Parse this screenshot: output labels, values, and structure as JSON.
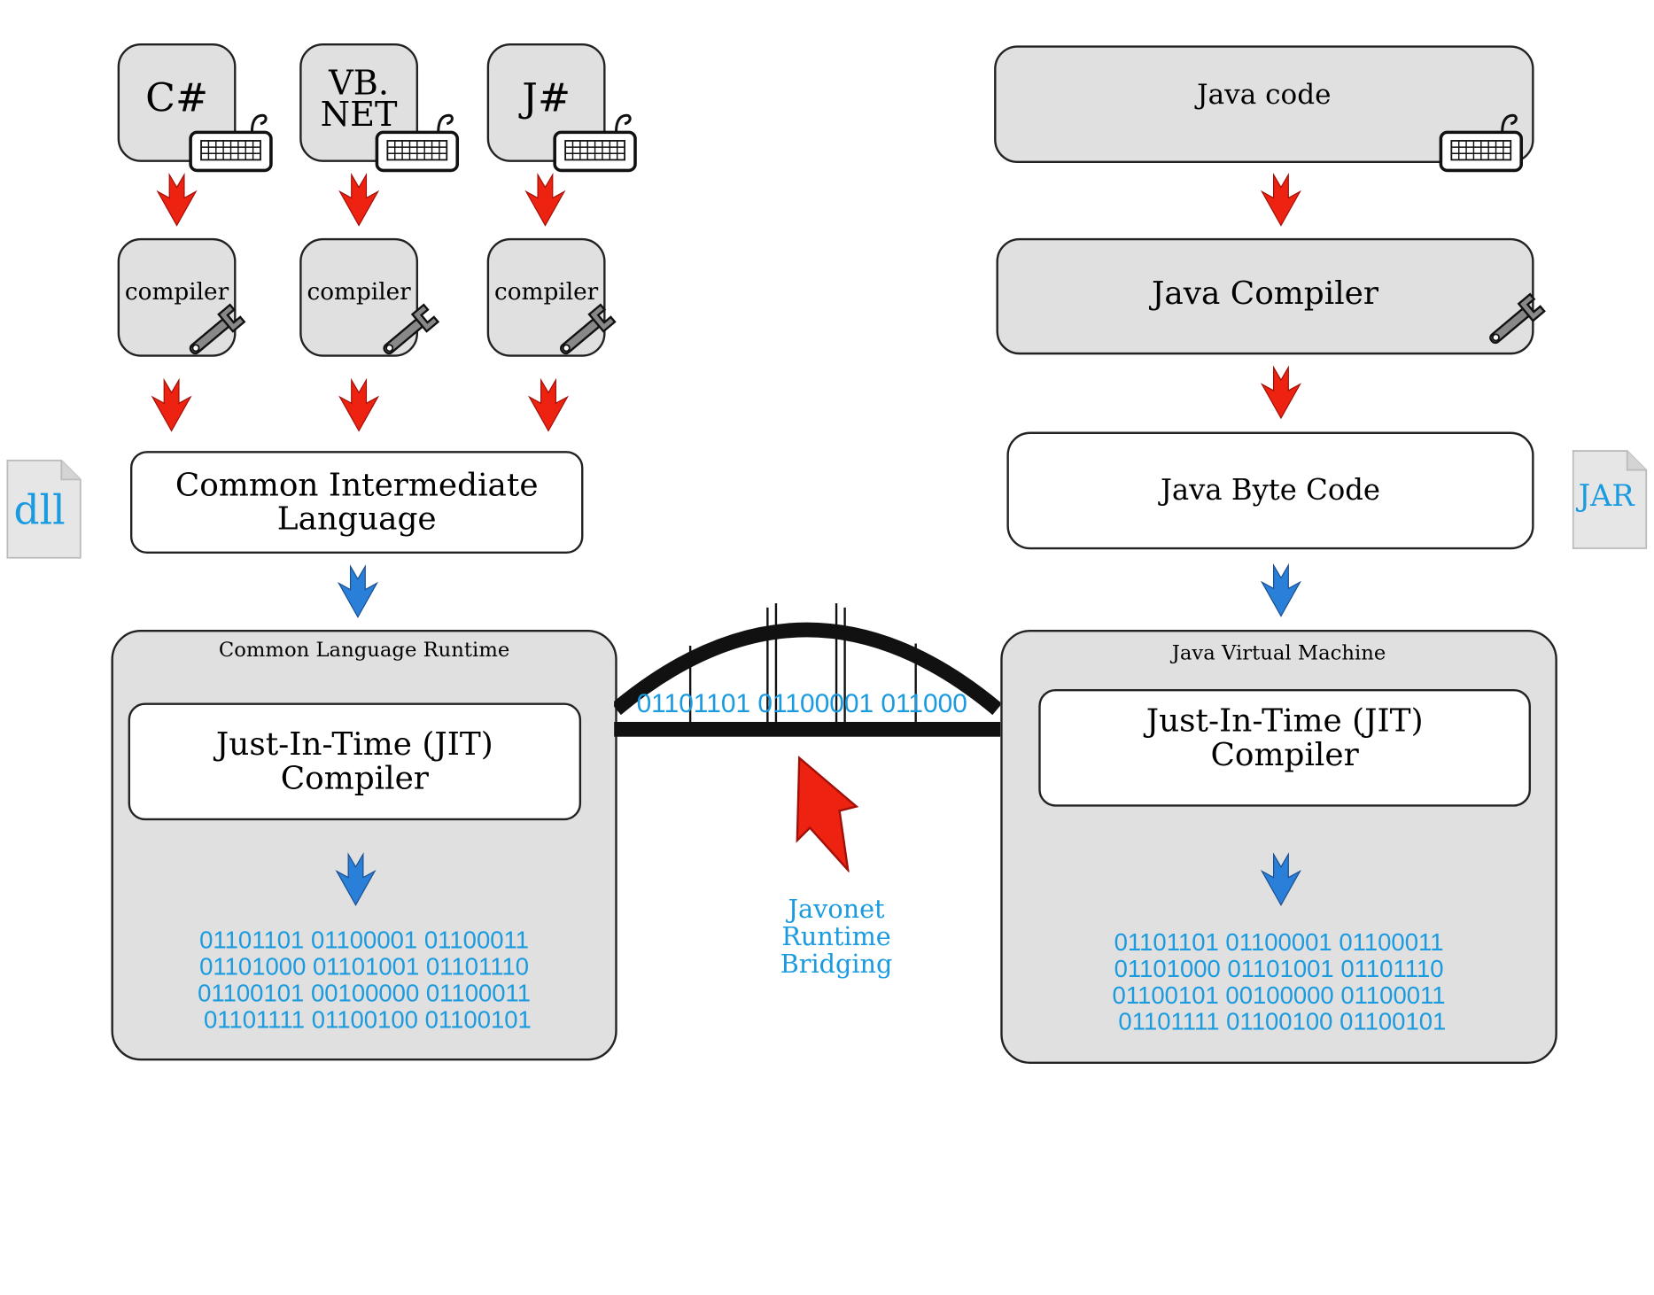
{
  "dotnet": {
    "languages": [
      {
        "label": "C#"
      },
      {
        "label": "VB.\nNET"
      },
      {
        "label": "J#"
      }
    ],
    "compiler_label": "compiler",
    "intermediate_label": "Common Intermediate\nLanguage",
    "file_label": "dll",
    "runtime_title": "Common Language Runtime",
    "jit_label": "Just-In-Time (JIT)\nCompiler",
    "binary": "01101101 01100001 01100011\n01101000 01101001 01101110\n01100101 00100000 01100011\n 01101111 01100100 01100101"
  },
  "java": {
    "code_label": "Java code",
    "compiler_label": "Java Compiler",
    "bytecode_label": "Java Byte Code",
    "file_label": "JAR",
    "runtime_title": "Java Virtual Machine",
    "jit_label": "Just-In-Time (JIT)\nCompiler",
    "binary": "01101101 01100001 01100011\n01101000 01101001 01101110\n01100101 00100000 01100011\n 01101111 01100100 01100101"
  },
  "bridge": {
    "binary": "01101101 01100001 011000",
    "caption": "Javonet\nRuntime\nBridging"
  },
  "colors": {
    "red_arrow": "#ee2211",
    "blue_arrow": "#2a7fd8",
    "accent_text": "#1a9be0",
    "box_gray": "#e0e0e0"
  },
  "icons": {
    "keyboard": "keyboard-icon",
    "wrench": "wrench-icon",
    "file": "file-icon"
  }
}
